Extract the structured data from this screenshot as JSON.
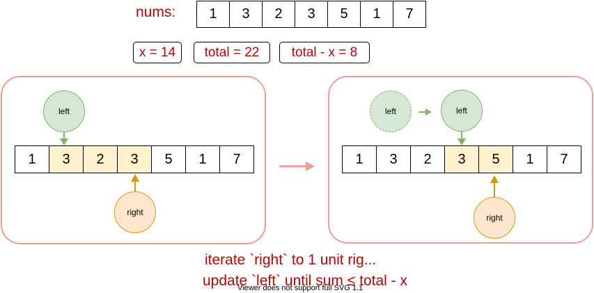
{
  "nums": {
    "label": "nums:",
    "values": [
      "1",
      "3",
      "2",
      "3",
      "5",
      "1",
      "7"
    ]
  },
  "stats": {
    "x": "x = 14",
    "total": "total = 22",
    "diff": "total - x = 8"
  },
  "left_panel": {
    "values": [
      "1",
      "3",
      "2",
      "3",
      "5",
      "1",
      "7"
    ],
    "highlighted_range": [
      1,
      3
    ],
    "left_label": "left",
    "right_label": "right"
  },
  "right_panel": {
    "values": [
      "1",
      "3",
      "2",
      "3",
      "5",
      "1",
      "7"
    ],
    "highlighted_range": [
      3,
      4
    ],
    "prev_left_label": "left",
    "left_label": "left",
    "right_label": "right"
  },
  "caption": {
    "line1": "iterate `right` to 1 unit rig...",
    "line2": "update `left` until sum ≤ total - x"
  },
  "footer_note": "Viewer does not support full SVG 1.1",
  "colors": {
    "red_text": "#c00000",
    "panel_border": "#f19c99",
    "highlight": "#fff2cc",
    "green_fill": "#d5e8d4",
    "green_stroke": "#82b366",
    "orange_fill": "#ffe6cc",
    "orange_stroke": "#d79b00"
  }
}
